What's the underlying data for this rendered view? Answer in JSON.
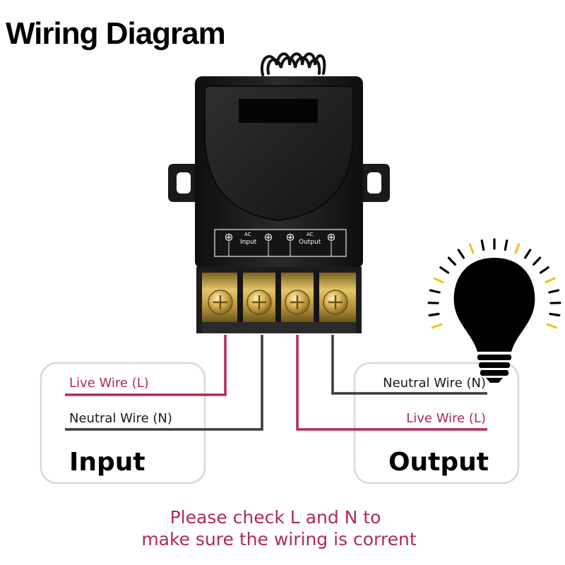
{
  "title": "Wiring Diagram",
  "device": {
    "terminal_labels": {
      "ac_top_1": "AC",
      "input": "Input",
      "ac_top_2": "AC",
      "output": "Output"
    }
  },
  "input_box": {
    "live_label": "Live Wire (L)",
    "neutral_label": "Neutral Wire (N)",
    "heading": "Input"
  },
  "output_box": {
    "neutral_label": "Neutral Wire (N)",
    "live_label": "Live Wire (L)",
    "heading": "Output"
  },
  "notice": {
    "line1": "Please check L and N to",
    "line2": "make sure the wiring is corrent"
  },
  "colors": {
    "live_wire": "#b0285e",
    "neutral_wire": "#3a3a3a",
    "notice_text": "#b0285e",
    "device_body": "#1b1b1b",
    "brass": "#c9a347",
    "box_border": "#d8d8d8",
    "glow": "#f0c42a"
  },
  "icons": {
    "bulb": "light-bulb-icon",
    "antenna": "antenna-coil-icon",
    "screw": "terminal-screw-icon"
  }
}
